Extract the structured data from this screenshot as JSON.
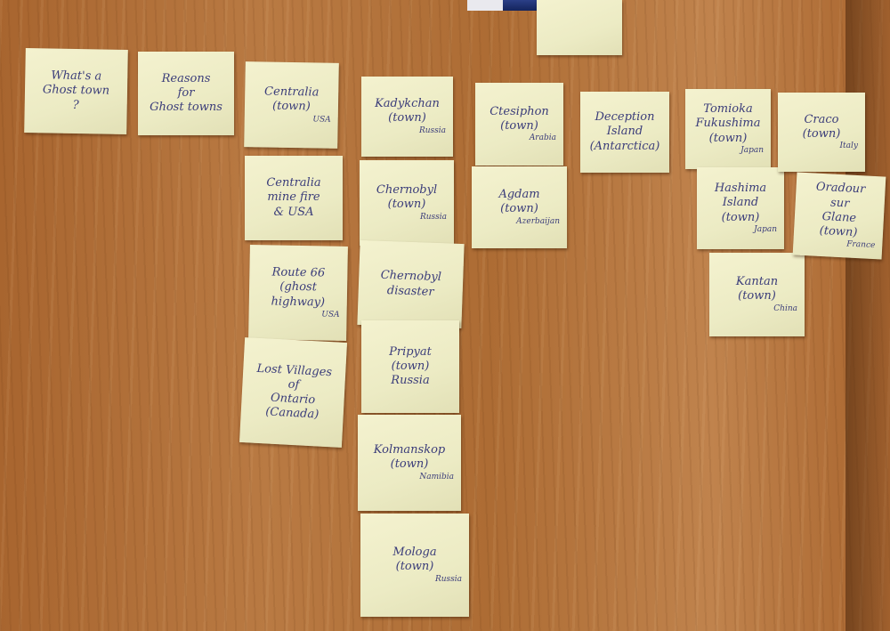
{
  "notes": {
    "n1": {
      "lines": [
        "What's a",
        "Ghost town",
        "?"
      ]
    },
    "n2": {
      "lines": [
        "Reasons",
        "for",
        "Ghost towns"
      ]
    },
    "n3": {
      "lines": [
        "Centralia",
        "(town)",
        "USA"
      ]
    },
    "n4": {
      "lines": [
        "Centralia",
        "mine fire",
        "& USA"
      ]
    },
    "n5": {
      "lines": [
        "Route 66",
        "(ghost highway)",
        "USA"
      ]
    },
    "n6": {
      "lines": [
        "Lost Villages",
        "of",
        "Ontario",
        "(Canada)"
      ]
    },
    "n7": {
      "lines": [
        "Kadykchan",
        "(town)",
        "Russia"
      ]
    },
    "n8": {
      "lines": [
        "Chernobyl",
        "(town)",
        "Russia"
      ]
    },
    "n9": {
      "lines": [
        "Chernobyl",
        "disaster"
      ]
    },
    "n10": {
      "lines": [
        "Pripyat",
        "(town)",
        "Russia"
      ]
    },
    "n11": {
      "lines": [
        "Kolmanskop",
        "(town)",
        "Namibia"
      ]
    },
    "n12": {
      "lines": [
        "Mologa",
        "(town)",
        "Russia"
      ]
    },
    "n13": {
      "lines": [
        "Ctesiphon",
        "(town)",
        "Arabia"
      ]
    },
    "n14": {
      "lines": [
        "Agdam",
        "(town)",
        "Azerbaijan"
      ]
    },
    "n15": {
      "lines": [
        "Deception",
        "Island",
        "(Antarctica)"
      ]
    },
    "n16": {
      "lines": [
        "Tomioka",
        "Fukushima",
        "(town)",
        "Japan"
      ]
    },
    "n17": {
      "lines": [
        "Hashima",
        "Island",
        "(town)",
        "Japan"
      ]
    },
    "n18": {
      "lines": [
        "Kantan",
        "(town)",
        "China"
      ]
    },
    "n19": {
      "lines": [
        "Craco",
        "(town)",
        "Italy"
      ]
    },
    "n20": {
      "lines": [
        "Oradour",
        "sur",
        "Glane",
        "(town)",
        "France"
      ]
    }
  }
}
